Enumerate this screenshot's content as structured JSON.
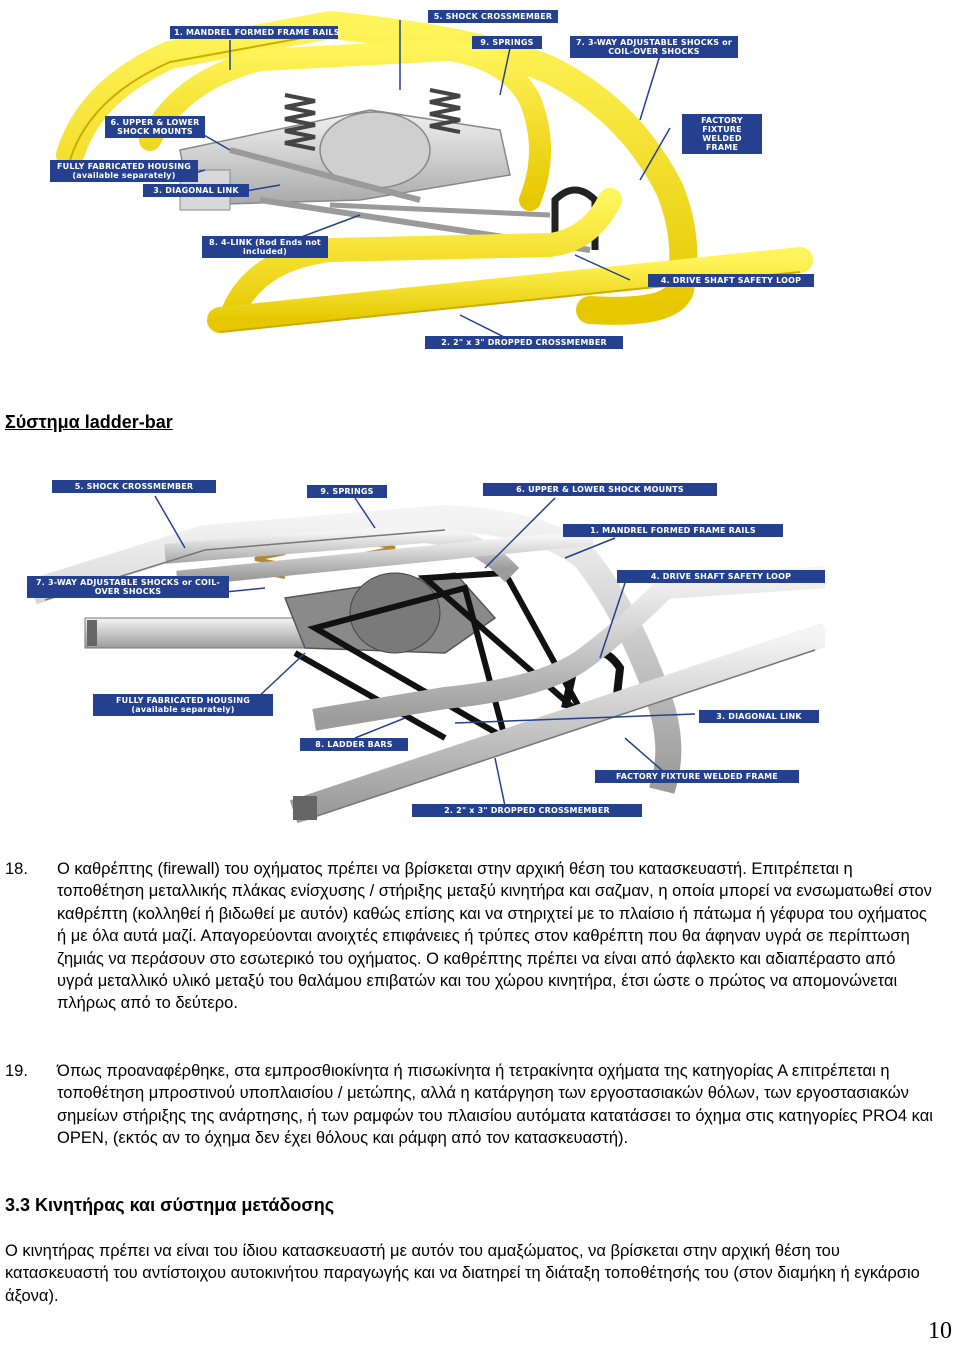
{
  "figure1": {
    "callouts": [
      "1. MANDREL FORMED FRAME RAILS",
      "5. SHOCK CROSSMEMBER",
      "9. SPRINGS",
      "7. 3-WAY ADJUSTABLE SHOCKS or COIL-OVER SHOCKS",
      "6. UPPER & LOWER SHOCK MOUNTS",
      "FACTORY FIXTURE WELDED FRAME",
      "FULLY FABRICATED HOUSING (available separately)",
      "3. DIAGONAL LINK",
      "8. 4-LINK (Rod Ends not included)",
      "4. DRIVE SHAFT SAFETY LOOP",
      "2. 2\" x 3\" DROPPED CROSSMEMBER"
    ]
  },
  "caption_ladder": "Σύστημα ladder-bar",
  "figure2": {
    "callouts": [
      "5. SHOCK CROSSMEMBER",
      "9. SPRINGS",
      "6. UPPER & LOWER SHOCK MOUNTS",
      "1. MANDREL FORMED FRAME RAILS",
      "7. 3-WAY ADJUSTABLE SHOCKS or COIL-OVER SHOCKS",
      "4. DRIVE SHAFT SAFETY LOOP",
      "FULLY FABRICATED HOUSING (available separately)",
      "3. DIAGONAL LINK",
      "8. LADDER BARS",
      "FACTORY FIXTURE WELDED FRAME",
      "2. 2\" x 3\" DROPPED CROSSMEMBER"
    ]
  },
  "items": [
    {
      "num": "18.",
      "text": "Ο καθρέπτης (firewall) του οχήματος πρέπει να βρίσκεται στην αρχική θέση του κατασκευαστή. Επιτρέπεται η τοποθέτηση μεταλλικής πλάκας ενίσχυσης / στήριξης μεταξύ κινητήρα και σαζμαν, η οποία μπορεί να ενσωματωθεί στον καθρέπτη (κολληθεί ή βιδωθεί με αυτόν) καθώς επίσης και να στηριχτεί με το πλαίσιο ή πάτωμα ή γέφυρα του οχήματος ή με όλα αυτά μαζί. Απαγορεύονται ανοιχτές επιφάνειες ή τρύπες στον καθρέπτη που θα άφηναν υγρά σε περίπτωση ζημιάς να περάσουν στο εσωτερικό του οχήματος. Ο καθρέπτης πρέπει να είναι από άφλεκτο και αδιαπέραστο από υγρά μεταλλικό υλικό μεταξύ του θαλάμου επιβατών και του χώρου κινητήρα, έτσι ώστε ο πρώτος να απομονώνεται πλήρως από το δεύτερο."
    },
    {
      "num": "19.",
      "text": "Όπως προαναφέρθηκε, στα εμπροσθιοκίνητα ή πισωκίνητα ή τετρακίνητα οχήματα της κατηγορίας Α επιτρέπεται η τοποθέτηση μπροστινού υποπλαισίου / μετώπης, αλλά η κατάργηση των εργοστασιακών θόλων, των εργοστασιακών σημείων στήριξης της ανάρτησης, ή των ραμφών του πλαισίου αυτόματα κατατάσσει το όχημα στις κατηγορίες PRO4 και OPEN, (εκτός αν το όχημα δεν έχει θόλους και ράμφη από τον κατασκευαστή)."
    }
  ],
  "section_heading": "3.3 Κινητήρας και σύστημα μετάδοσης",
  "section_paragraph": "Ο κινητήρας πρέπει να είναι του ίδιου κατασκευαστή με αυτόν του αμαξώματος, να βρίσκεται στην αρχική θέση του κατασκευαστή του αντίστοιχου αυτοκινήτου παραγωγής και να διατηρεί τη διάταξη τοποθέτησής του (στον διαμήκη ή εγκάρσιο άξονα).",
  "page_number": "10"
}
